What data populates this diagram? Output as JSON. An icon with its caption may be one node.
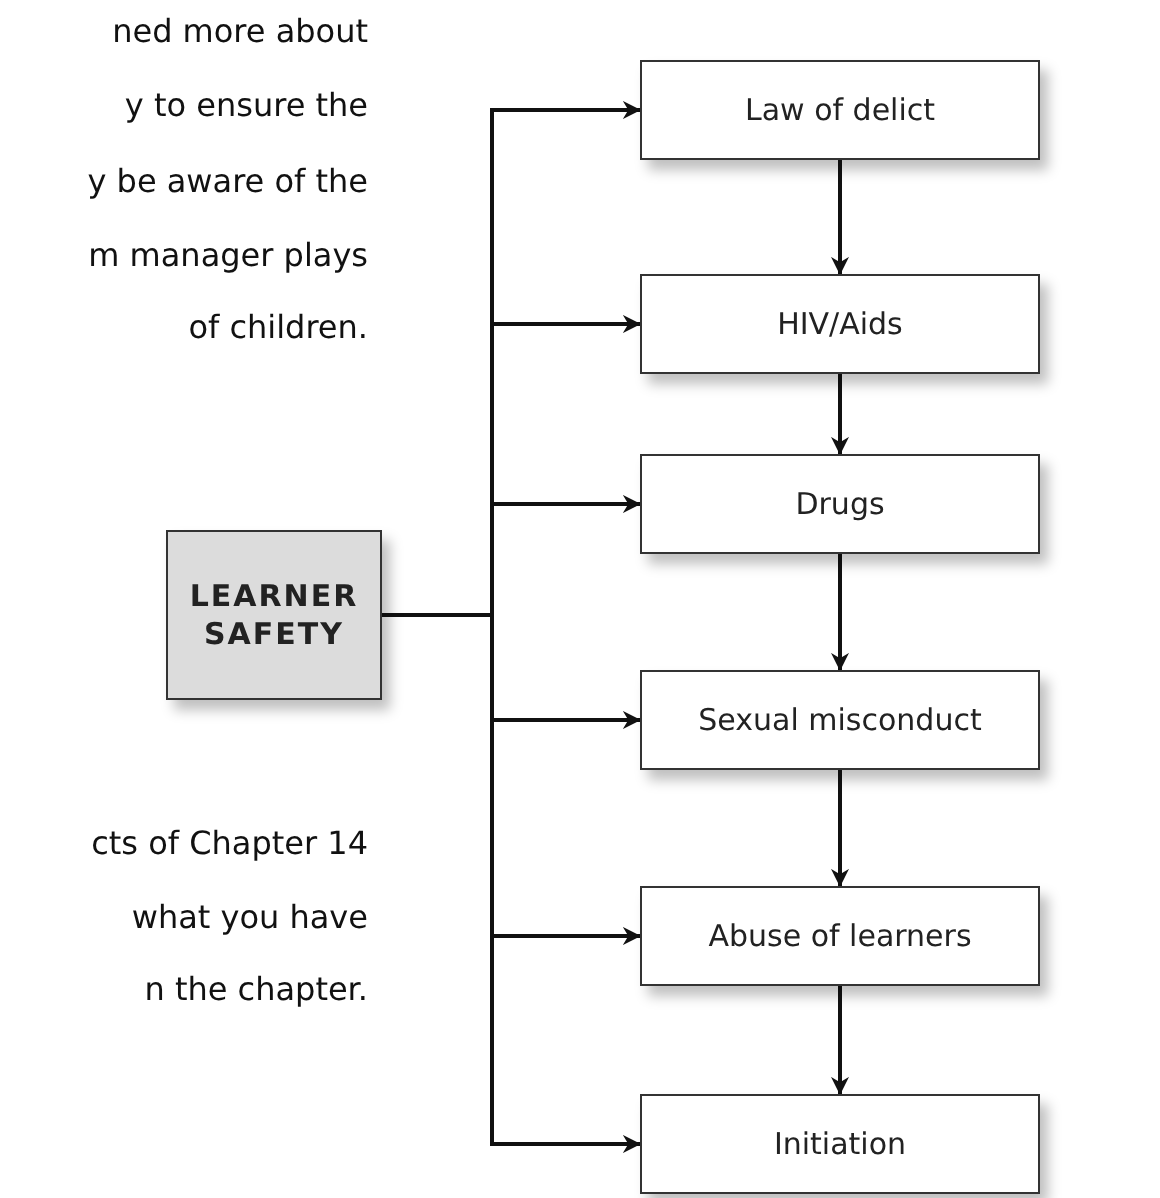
{
  "diagram": {
    "nodes": [
      {
        "text": [
          "LEARNER SAFETY"
        ]
      },
      {
        "text": [
          "Law of delict"
        ]
      },
      {
        "text": [
          "HIV/Aids"
        ]
      },
      {
        "text": [
          "Drugs"
        ]
      },
      {
        "text": [
          "Sexual misconduct"
        ]
      },
      {
        "text": [
          "Abuse of learners"
        ]
      },
      {
        "text": [
          "Initiation"
        ]
      }
    ],
    "edges": [
      {
        "from": 0,
        "to": 1,
        "arrow": "to"
      },
      {
        "from": 0,
        "to": 2,
        "arrow": "to"
      },
      {
        "from": 0,
        "to": 3,
        "arrow": "to"
      },
      {
        "from": 0,
        "to": 4,
        "arrow": "to"
      },
      {
        "from": 0,
        "to": 5,
        "arrow": "to"
      },
      {
        "from": 0,
        "to": 6,
        "arrow": "to"
      },
      {
        "from": 1,
        "to": 2,
        "arrow": "to"
      },
      {
        "from": 2,
        "to": 3,
        "arrow": "to"
      },
      {
        "from": 3,
        "to": 4,
        "arrow": "to"
      },
      {
        "from": 4,
        "to": 5,
        "arrow": "to"
      },
      {
        "from": 5,
        "to": 6,
        "arrow": "to"
      }
    ],
    "labels": [
      "ned more about",
      "y to ensure the",
      "y be aware of the",
      "m manager plays",
      "of children.",
      "cts of Chapter 14",
      "what you have",
      "n the chapter."
    ]
  }
}
